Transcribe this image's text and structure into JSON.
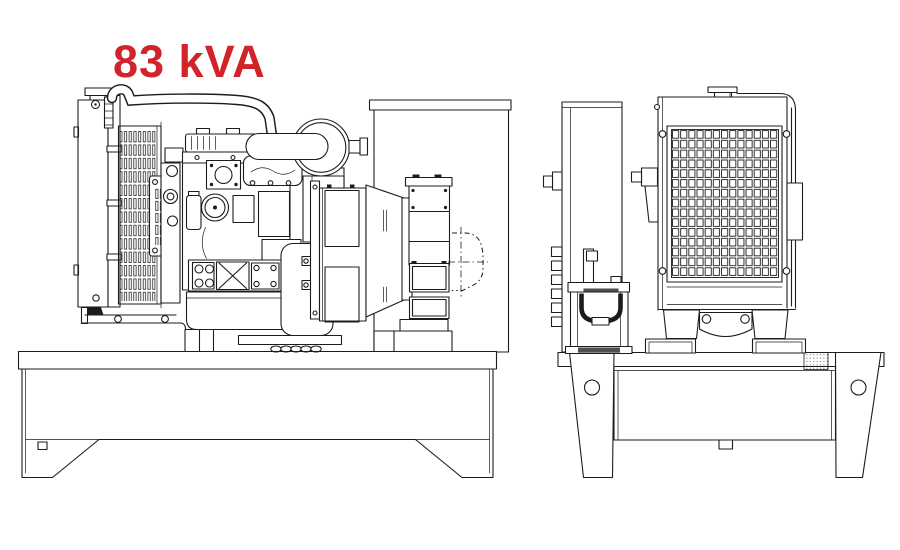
{
  "page": {
    "background": "#ffffff",
    "line_color": "#1c1c1c"
  },
  "header": {
    "rating_label": "83 kVA",
    "rating_color": "#d2232a"
  },
  "drawing": {
    "type": "technical line drawing",
    "subject": "open-frame diesel generator set",
    "views": [
      {
        "id": "side-view",
        "components": [
          "radiator",
          "coolant-hose",
          "engine",
          "air-cleaner",
          "flywheel-housing",
          "alternator",
          "terminal-box",
          "control-panel-stand",
          "base-frame"
        ]
      },
      {
        "id": "end-view",
        "components": [
          "control-panel-stand",
          "battery",
          "radiator-core-grille",
          "engine-mounts",
          "base-frame"
        ]
      }
    ]
  }
}
